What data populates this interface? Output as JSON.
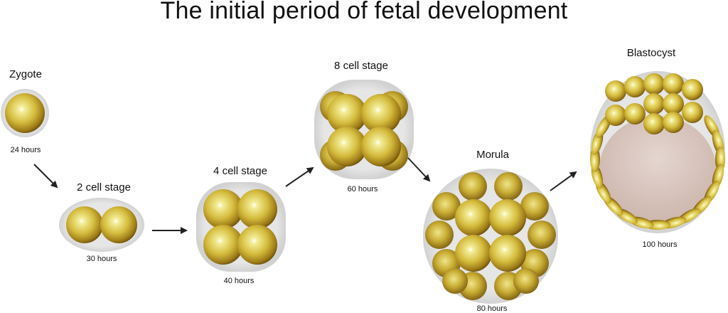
{
  "title": "The initial period of fetal development",
  "stages": [
    {
      "name": "Zygote",
      "time": "24 hours"
    },
    {
      "name": "2 cell stage",
      "time": "30 hours"
    },
    {
      "name": "4 cell stage",
      "time": "40 hours"
    },
    {
      "name": "8 cell stage",
      "time": "60 hours"
    },
    {
      "name": "Morula",
      "time": "80 hours"
    },
    {
      "name": "Blastocyst",
      "time": "100 hours"
    }
  ],
  "colors": {
    "cell_light": "#f4ee9a",
    "cell_mid": "#d4bb3c",
    "cell_dark": "#8a6a12",
    "membrane": "#e3e3e3",
    "blastocoel": "#dccbc4",
    "arrow": "#222222"
  }
}
